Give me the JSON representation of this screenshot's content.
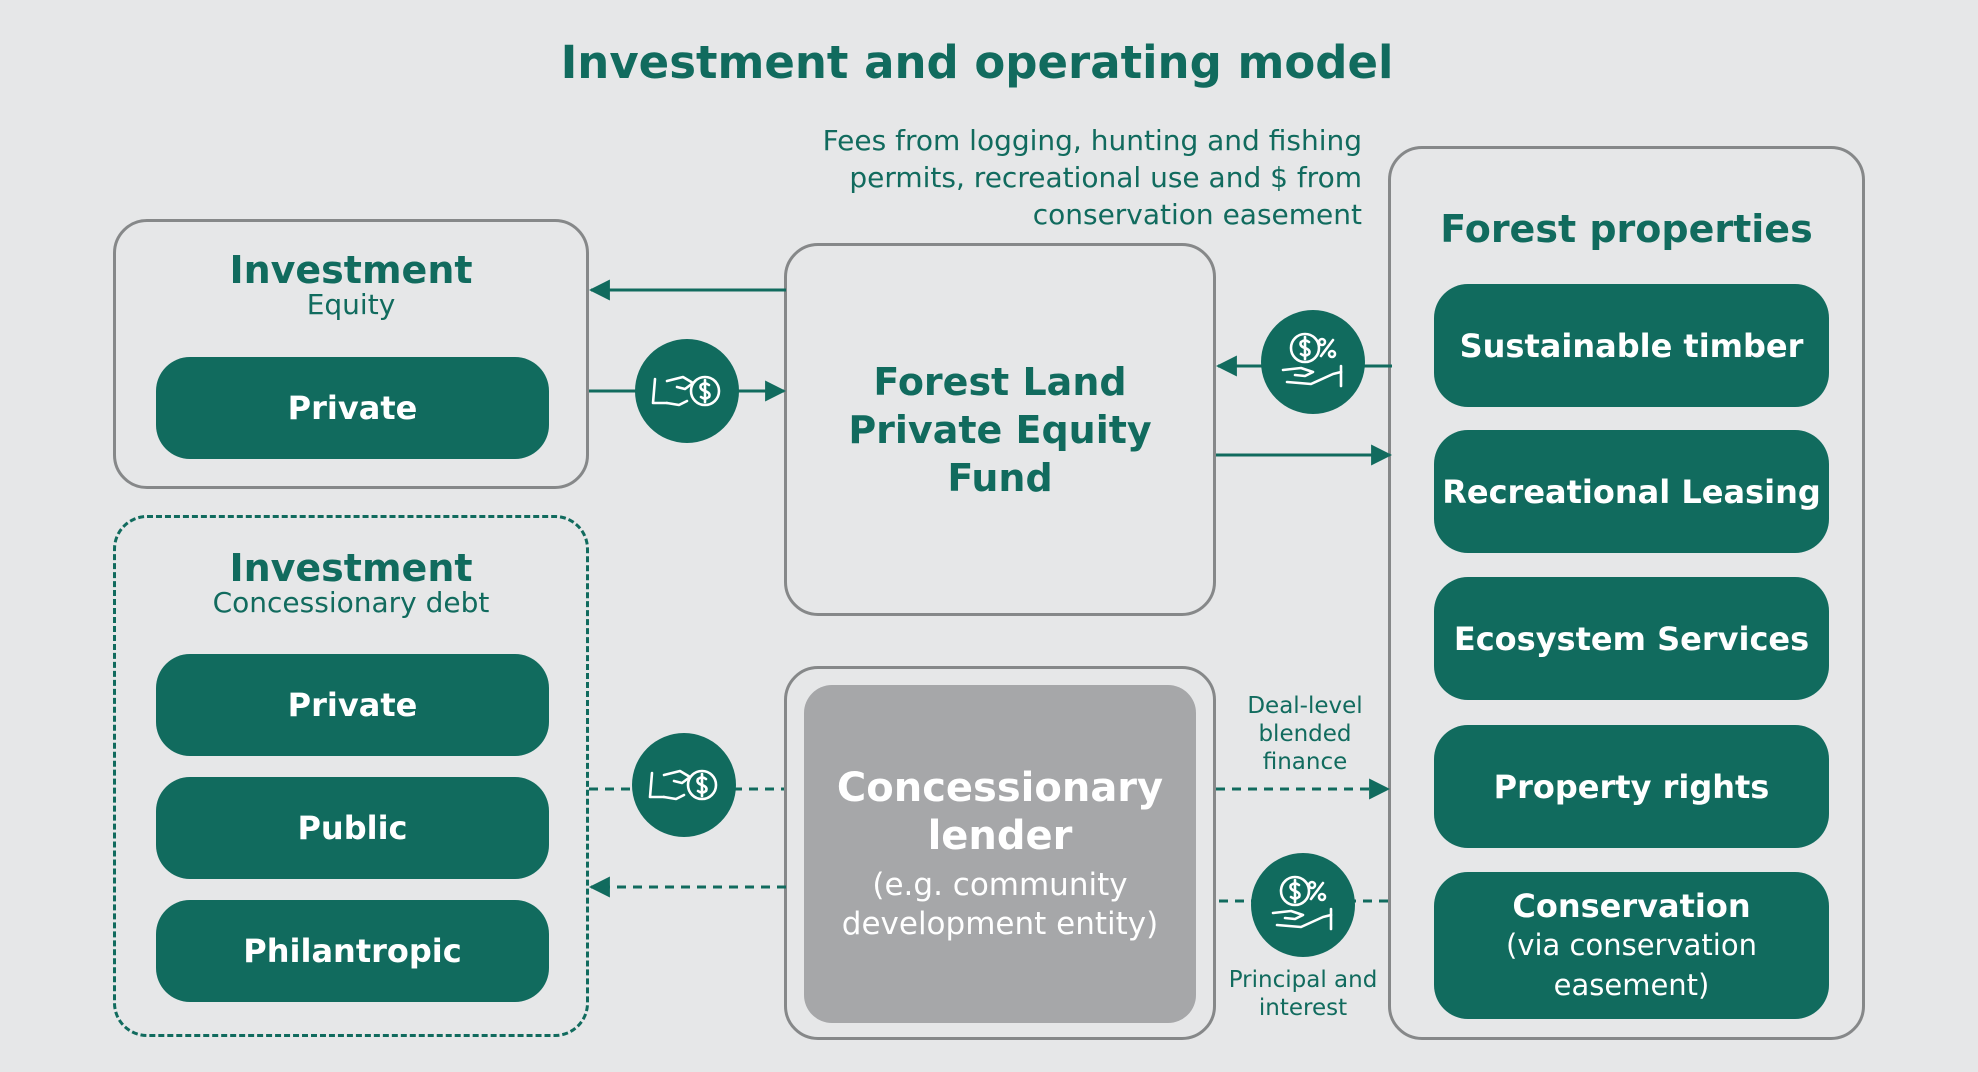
{
  "title": "Investment and operating model",
  "fees_note": {
    "line1": "Fees from logging, hunting and fishing",
    "line2": "permits, recreational use and $ from",
    "line3": "conservation easement"
  },
  "equity_box": {
    "heading": "Investment",
    "subheading": "Equity",
    "items": [
      "Private"
    ]
  },
  "debt_box": {
    "heading": "Investment",
    "subheading": "Concessionary debt",
    "items": [
      "Private",
      "Public",
      "Philantropic"
    ]
  },
  "fund": {
    "line1": "Forest Land",
    "line2": "Private Equity",
    "line3": "Fund"
  },
  "lender": {
    "line1": "Concessionary",
    "line2": "lender",
    "line3": "(e.g. community",
    "line4": "development entity)"
  },
  "forest": {
    "heading": "Forest properties",
    "items": [
      {
        "label": "Sustainable timber"
      },
      {
        "label": "Recreational Leasing"
      },
      {
        "label": "Ecosystem Services"
      },
      {
        "label": "Property rights"
      },
      {
        "label": "Conservation",
        "sub1": "(via conservation",
        "sub2": "easement)"
      }
    ]
  },
  "flow_labels": {
    "deal_level": [
      "Deal-level",
      "blended",
      "finance"
    ],
    "principal": [
      "Principal and",
      "interest"
    ]
  },
  "icons": {
    "investment_flow": "money-handshake-icon",
    "returns_flow": "dollar-percent-hand-icon"
  },
  "colors": {
    "primary": "#116b5e",
    "background": "#e6e7e8",
    "frame": "#868889",
    "lender_fill": "#a6a7a9"
  }
}
